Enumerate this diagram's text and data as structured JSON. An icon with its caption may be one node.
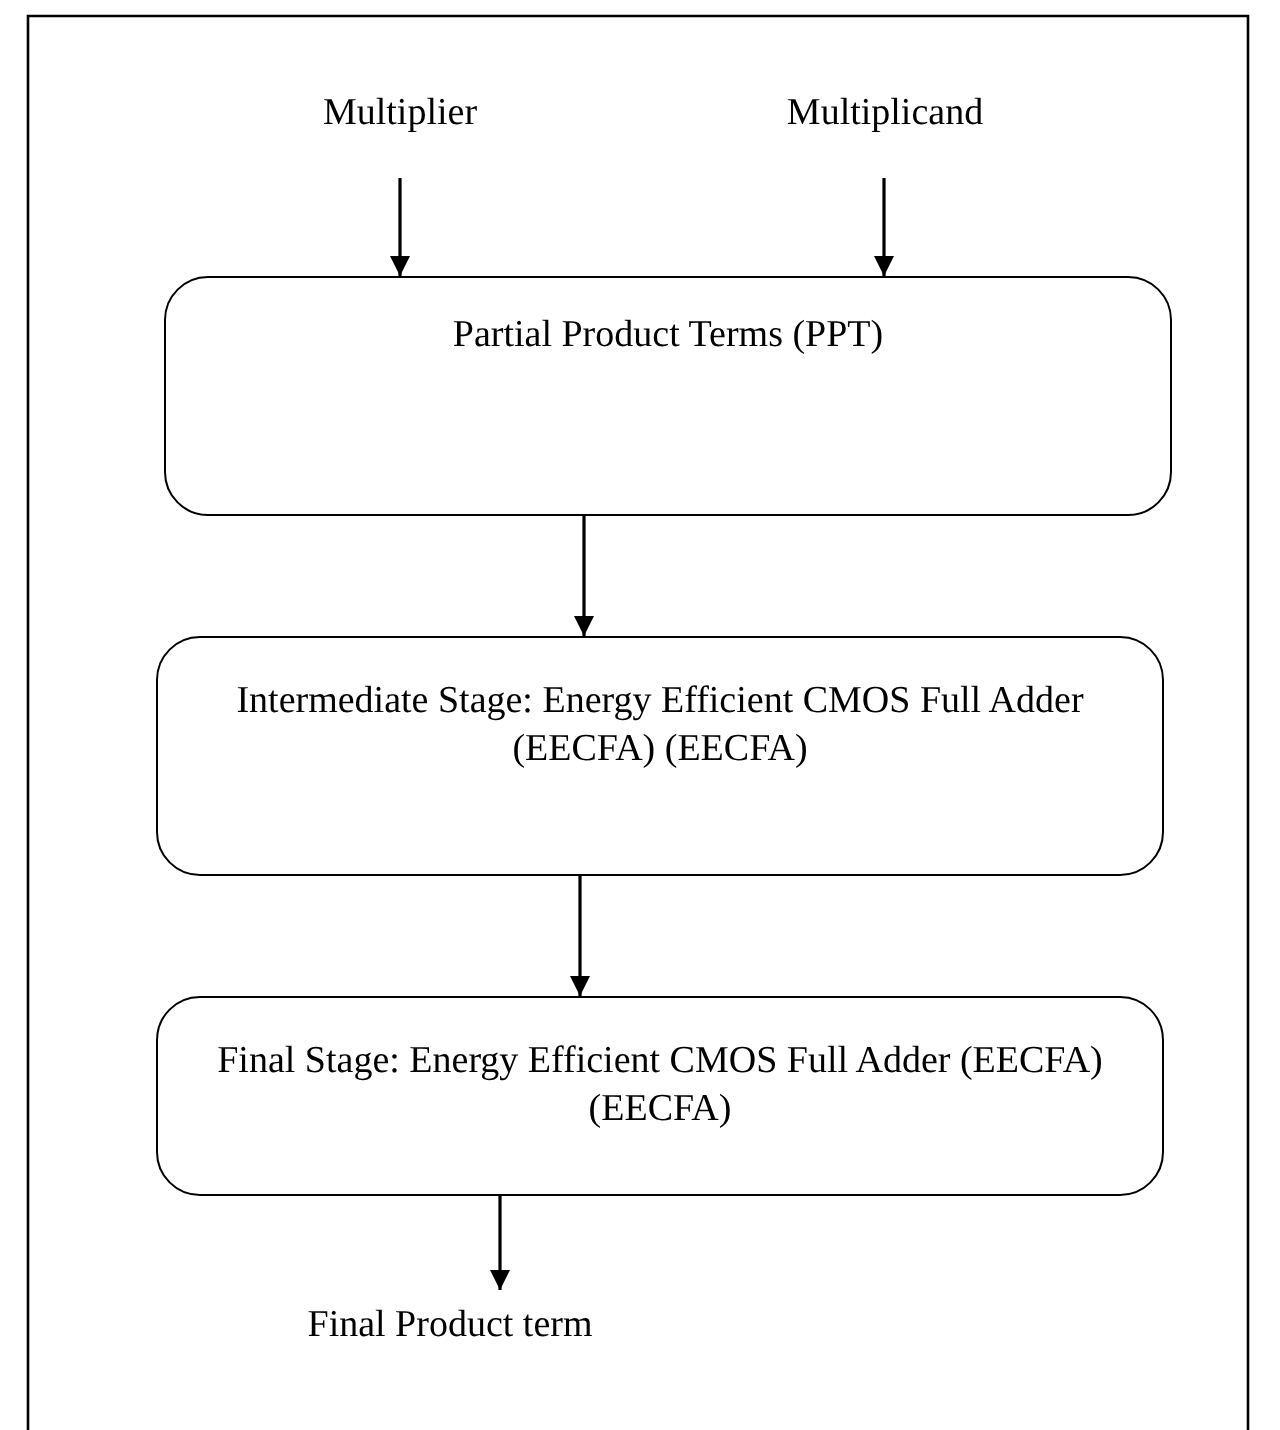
{
  "diagram": {
    "nodes": [
      {
        "text": [
          "Multiplier"
        ]
      },
      {
        "text": [
          "Multiplicand"
        ]
      },
      {
        "text": [
          "Partial Product Terms (PPT)"
        ]
      },
      {
        "text": [
          "Intermediate Stage: Energy Efficient CMOS Full Adder (EECFA) (EECFA)"
        ]
      },
      {
        "text": [
          "Final Stage: Energy Efficient CMOS Full Adder (EECFA) (EECFA)"
        ]
      },
      {
        "text": [
          "Final Product term"
        ]
      }
    ],
    "edges": [
      {
        "from": 0,
        "to": 2,
        "arrow": "to"
      },
      {
        "from": 1,
        "to": 2,
        "arrow": "to"
      },
      {
        "from": 2,
        "to": 3,
        "arrow": "to"
      },
      {
        "from": 3,
        "to": 4,
        "arrow": "to"
      },
      {
        "from": 4,
        "to": 5,
        "arrow": "to"
      }
    ]
  }
}
